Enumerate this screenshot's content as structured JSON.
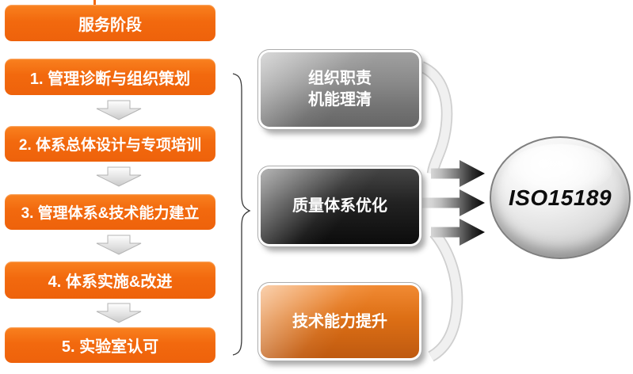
{
  "diagram": {
    "header": {
      "label": "服务阶段"
    },
    "steps": [
      {
        "label": "1. 管理诊断与组织策划"
      },
      {
        "label": "2. 体系总体设计与专项培训"
      },
      {
        "label": "3. 管理体系&技术能力建立"
      },
      {
        "label": "4. 体系实施&改进"
      },
      {
        "label": "5. 实验室认可"
      }
    ],
    "outcomes": [
      {
        "line1": "组织职责",
        "line2": "机能理清",
        "variant": "gray"
      },
      {
        "line1": "质量体系优化",
        "variant": "black"
      },
      {
        "line1": "技术能力提升",
        "variant": "orange"
      }
    ],
    "goal": {
      "label": "ISO15189"
    },
    "colors": {
      "step_orange": "#f2690e",
      "outcome_gray": "#8a8a8a",
      "outcome_black": "#1a1a1a",
      "outcome_orange": "#dd6f15",
      "goal_silver": "#d9d9d9",
      "arrow_dark": "#0a0a0a",
      "pipe_light": "#efefef"
    }
  }
}
